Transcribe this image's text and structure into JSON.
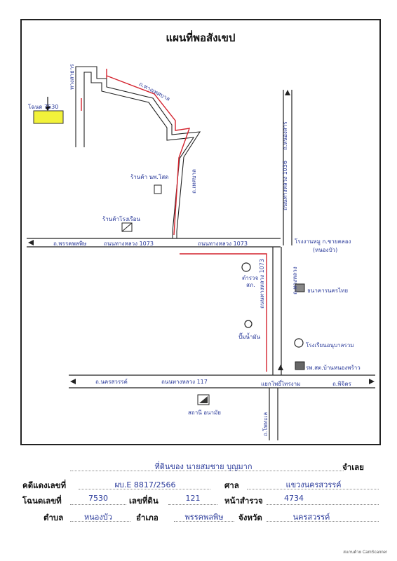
{
  "map": {
    "title": "แผนที่พอสังเขป",
    "labels": {
      "plot_box_label": "โฉนด 7530",
      "top_road_left": "ทางสาธาร",
      "road_right_diag": "ถ.ทางเทศบาล",
      "lane_down_left": "ถ.เทศบาล",
      "landmark_temple": "ร้านค้า นพ.โสด",
      "landmark_shop": "ร้านค้าโรงเรือน",
      "hw1_road_left": "ถ.พรรคพลพิษ",
      "hw1_name_left": "ถนนทางหลวง 1073",
      "hw1_name_right": "ถนนทางหลวง 1073",
      "right_vertical_road": "ถนนทางหลวง 1036",
      "right_vertical_short": "ถ.หนองสาร",
      "intersection_note": "โรงงานหมู ก.ชายคลอง",
      "intersection_note_sub": "(หนองบัว)",
      "police": "ตำรวจ",
      "police_sub": "สภ.",
      "bank": "ธนาคารนครไทย",
      "mid_vertical_road": "ถนนทางหลวง 1073",
      "mid_vertical_sub": "ถ.ทางหลวง",
      "gas_station": "ปั๊มน้ำมัน",
      "school_building": "โรงเรียนอนุบาลรวม",
      "hospital": "รพ.สต.บ้านหนองพร้าว",
      "hw2_road_left": "ถ.นครสวรรค์",
      "hw2_name": "ถนนทางหลวง 117",
      "crossroad": "แยกโพธิ์ไทรงาม",
      "hw2_road_right": "ถ.พิจิตร",
      "office_bottom": "สถานี อนามัย",
      "bottom_vertical": "ถ.โพทะเล"
    }
  },
  "form": {
    "owner_name": "ที่ดินของ นายสมชาย บุญมาก",
    "owner_suffix": "จำเลย",
    "case_label": "คดีแดงเลขที่",
    "case_value": "ผบ.E 8817/2566",
    "court_label": "ศาล",
    "court_value": "แขวงนครสวรรค์",
    "deed_label": "โฉนดเลขที่",
    "deed_value": "7530",
    "land_no_label": "เลขที่ดิน",
    "land_no_value": "121",
    "survey_label": "หน้าสำรวจ",
    "survey_value": "4734",
    "subdistrict_label": "ตำบล",
    "subdistrict_value": "หนองบัว",
    "district_label": "อำเภอ",
    "district_value": "พรรคพลพิษ",
    "province_label": "จังหวัด",
    "province_value": "นครสวรรค์"
  },
  "footer": {
    "scanner_text": "สแกนด้วย CamScanner"
  },
  "colors": {
    "ink": "#2a3a9a",
    "route": "#d4232e",
    "plot": "#f2f23a"
  }
}
